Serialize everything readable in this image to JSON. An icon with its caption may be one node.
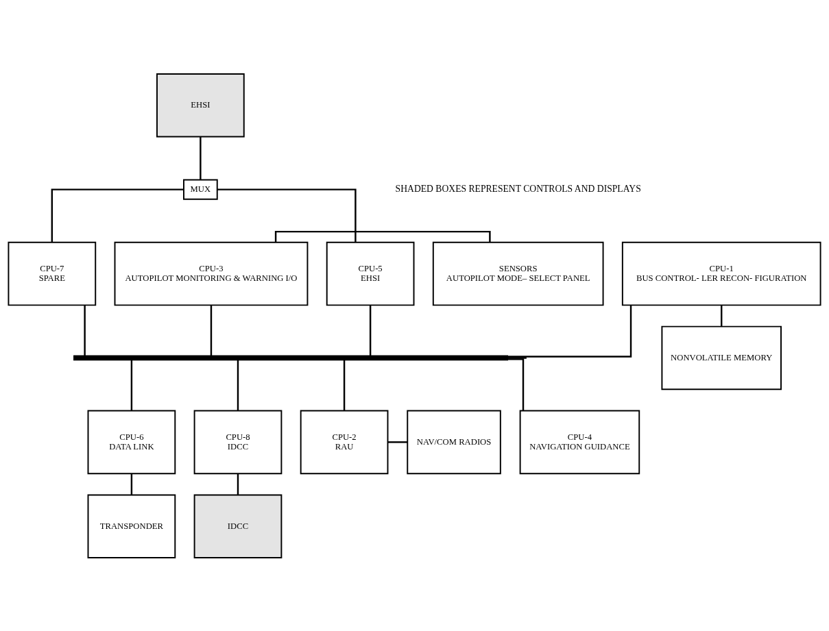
{
  "diagram": {
    "nodes": [
      {
        "text": [
          "EHSI"
        ]
      },
      {
        "text": [
          "MUX"
        ]
      },
      {
        "text": [
          "SENSORS",
          "AUTOPILOT MODE– SELECT PANEL"
        ]
      },
      {
        "text": [
          "CPU-1",
          "BUS CONTROL- LER RECON- FIGURATION"
        ]
      },
      {
        "text": [
          "CPU-3",
          "AUTOPILOT MONITORING & WARNING I/O"
        ]
      },
      {
        "text": [
          "CPU-5",
          "EHSI"
        ]
      },
      {
        "text": [
          "CPU-7",
          "SPARE"
        ]
      },
      {
        "text": [
          "NONVOLATILE MEMORY"
        ]
      },
      {
        "text": [],
        "shape": "bar"
      },
      {
        "text": [
          "NAV/COM RADIOS"
        ]
      },
      {
        "text": [
          "CPU-2",
          "RAU"
        ]
      },
      {
        "text": [
          "CPU-4",
          "NAVIGATION GUIDANCE"
        ]
      },
      {
        "text": [
          "CPU-6",
          "DATA LINK"
        ]
      },
      {
        "text": [
          "CPU-8",
          "IDCC"
        ]
      },
      {
        "text": [
          "TRANSPONDER"
        ]
      },
      {
        "text": [
          "IDCC"
        ]
      }
    ],
    "edges": [
      {
        "from": 0,
        "to": 1,
        "arrow": "none"
      },
      {
        "from": 1,
        "to": 5,
        "arrow": "none"
      },
      {
        "from": 1,
        "to": 6,
        "arrow": "none"
      },
      {
        "from": 2,
        "to": 4,
        "arrow": "none"
      },
      {
        "from": 7,
        "to": 3,
        "arrow": "none"
      },
      {
        "from": 3,
        "to": 8,
        "arrow": "none"
      },
      {
        "from": 4,
        "to": 8,
        "arrow": "none"
      },
      {
        "from": 5,
        "to": 8,
        "arrow": "none"
      },
      {
        "from": 6,
        "to": 8,
        "arrow": "none"
      },
      {
        "from": 8,
        "to": 10,
        "arrow": "none"
      },
      {
        "from": 8,
        "to": 11,
        "arrow": "none"
      },
      {
        "from": 8,
        "to": 12,
        "arrow": "none"
      },
      {
        "from": 8,
        "to": 13,
        "arrow": "none"
      },
      {
        "from": 9,
        "to": 10,
        "arrow": "none"
      },
      {
        "from": 12,
        "to": 14,
        "arrow": "none"
      },
      {
        "from": 13,
        "to": 15,
        "arrow": "none"
      },
      {
        "from": 8,
        "to": null,
        "arrow": "none"
      }
    ],
    "labels": [
      "SHADED BOXES REPRESENT CONTROLS AND DISPLAYS"
    ]
  }
}
